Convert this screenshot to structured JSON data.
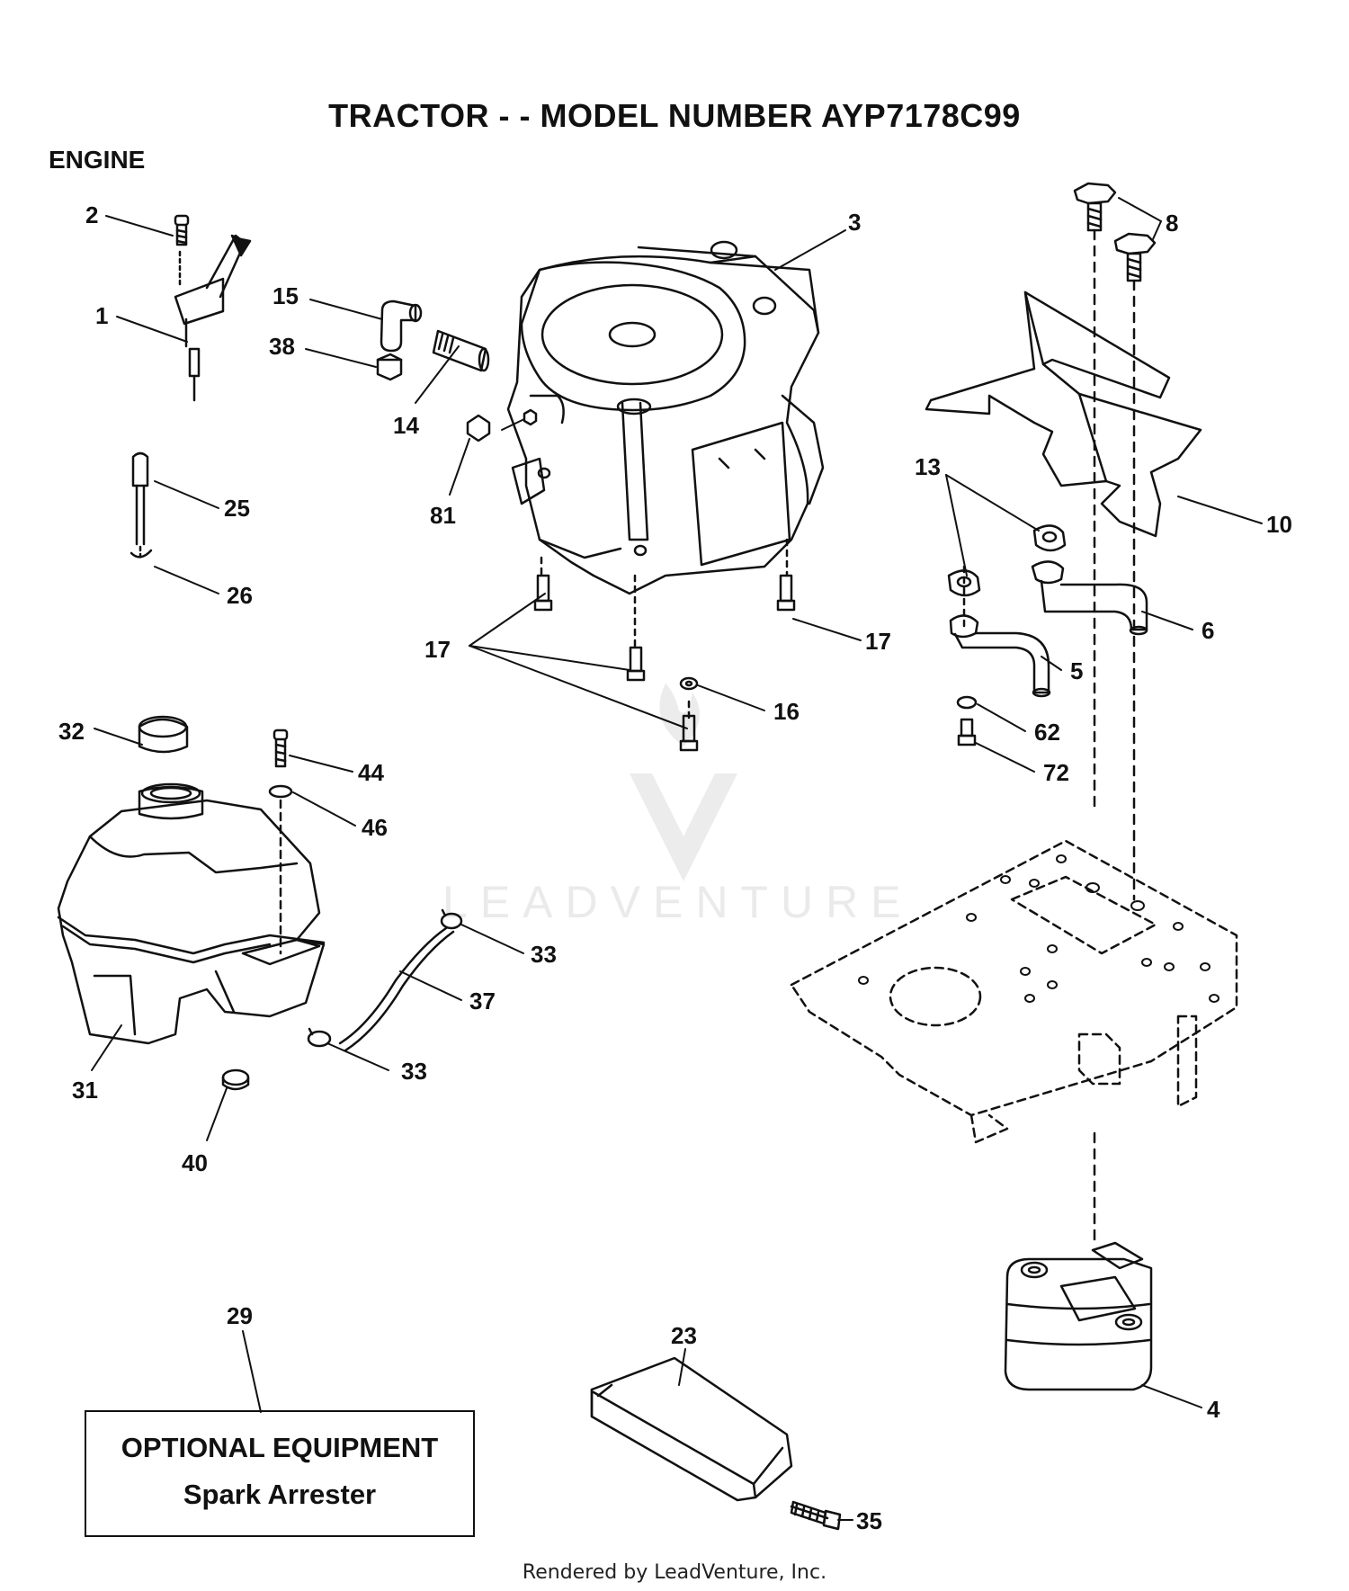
{
  "header": {
    "title": "TRACTOR - - MODEL NUMBER AYP7178C99",
    "section": "ENGINE"
  },
  "watermark": "LEADVENTURE",
  "callouts": [
    "1",
    "2",
    "3",
    "4",
    "5",
    "6",
    "8",
    "10",
    "13",
    "14",
    "15",
    "16",
    "17",
    "23",
    "25",
    "26",
    "29",
    "31",
    "32",
    "33",
    "35",
    "37",
    "38",
    "40",
    "44",
    "46",
    "62",
    "72",
    "81"
  ],
  "optional_box": {
    "heading": "OPTIONAL EQUIPMENT",
    "item": "Spark Arrester"
  },
  "footer": "Rendered by LeadVenture, Inc."
}
